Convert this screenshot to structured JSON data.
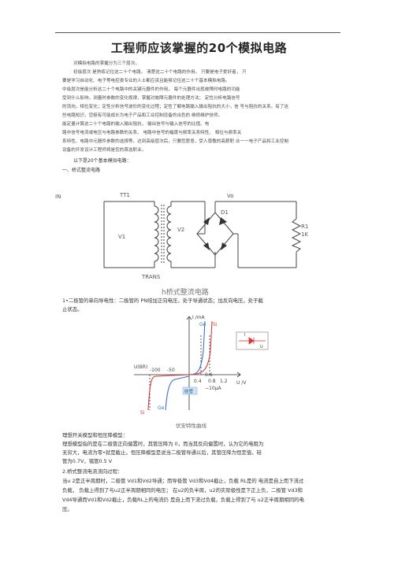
{
  "title": "工程师应该掌握的20个模拟电路",
  "intro_lines": [
    "对模拟电路的掌握分为三个层次。",
    "初级层次  是熟练记住这二十个电路，  清楚这二十个电路的作用。                只要是电子爱好者，  只",
    "要是学习自动化、电子等电控类专业的人士都应该且能够记住这二十个基本模拟电路。",
    "中级层次是能分析这二十个电路中的关键元器件的作用，                每个元器件出现故障时电路的功能",
    "受到什么影响，测量时参数的变化规律，掌握对故障元器件的处理方法；                定性分析电路信号",
    "的流向，相位变化；定性分析信号波形的变化过程；定性了解电路输入输出阻抗的大小，信  号与阻抗的关系。有了这",
    "些电路知识，您极有可能成长为电子产品和工业控制设备的出色的  维修维护技师。",
    "                     能定量计算这二十个电路的输入输出阻抗，            输出信号与输入信号的比值、电",
    "路中信号电流或电压与电路参数的关系、            电路中信号的幅度与频率关系特性、            相位与频率关",
    "系特性、电路中元器件参数的选择等。达到高级层次后，只要您愿意，受人尊敬的高薪职  业一一电子产品和工业控制",
    "设备的开发设计工程师将是您的首选职业。"
  ],
  "list_intro": "以下是20个基本模拟电路：",
  "section1_heading": "一、桥式整流电路",
  "circuit": {
    "labels": {
      "in": "IN",
      "tt1": "TT1",
      "vo": "Vo",
      "d1": "D1",
      "v1": "V1",
      "v2": "V2",
      "r1": "R1",
      "r1_value": "1K",
      "trans": "TRANS"
    },
    "caption": "h桥式整流电路"
  },
  "point1_lines": [
    "1•二极管的单向导电性：二极管的                PN结加正向电压，处于导通状态；加反向电压，处于截",
    "止状态。"
  ],
  "iv_chart": {
    "y_label": "I /mA",
    "x_label": "U /V",
    "curve_labels": [
      "Ge",
      "Si"
    ],
    "x_tick_labels": [
      "-100",
      "-50",
      "0.4",
      "0.8",
      "1.2"
    ],
    "left_curve_labels": [
      "Si",
      "Ge"
    ],
    "annotations": [
      "U(BR)",
      "硅管",
      "−10μA",
      "0.6"
    ],
    "caption": "伏安特性曲线",
    "inset": {
      "current_label": "I",
      "voltage_label": "U"
    }
  },
  "model_lines": [
    "理想开关模型和恒压降模型：",
    "理想模型指的是在二极管正向偏置时，其管压降为                0，而当其反向偏置时，认为它的电阻为",
    "无穷大，电流为零•就是截止。恒压降模型是说当二极管导通以后，其管压降为恒定值，硅",
    "管为0.7V，锗管0.5 V"
  ],
  "point2_lines": [
    "2.桥式整流电流流向过程：",
    "当u 2是正半周期时，二极管  Vd1和Vd2导通；而导极管  Vd3和Vd4截止，负载  RL是的  电流是自上而下流过",
    "负载，  负载上得到了与u2正半周期相同的电压；  在u2的负半周，u2的实际极性是下正上负，二极管  Vd3和",
    "Vd4导通而Vd1和Vd2截止，负载RL上的电流仍  是自上而下流过负载，负载上得到了与      u2正半周期相同的电",
    "压。"
  ]
}
